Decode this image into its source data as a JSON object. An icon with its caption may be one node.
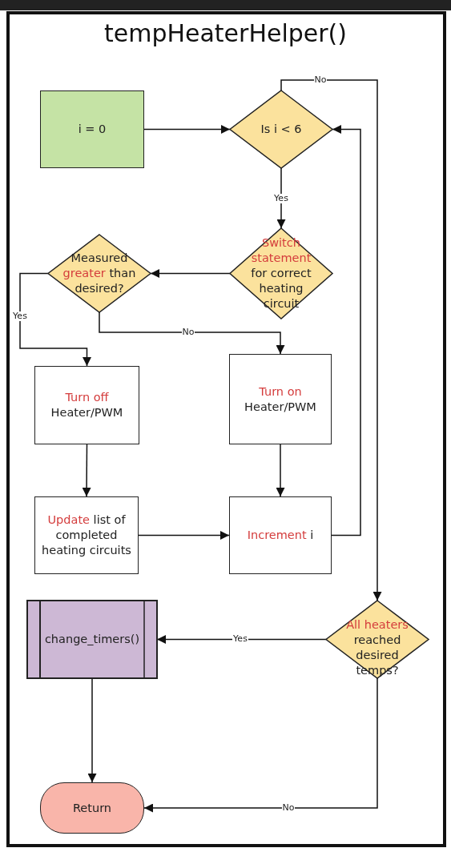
{
  "diagram": {
    "title": "tempHeaterHelper()",
    "nodes": [
      {
        "text": [
          "i = 0"
        ]
      },
      {
        "text": [
          "Is i < 6"
        ]
      },
      {
        "text": [
          "Switch statement",
          "for correct heating circuit"
        ]
      },
      {
        "text": [
          "Measured",
          "greater",
          "than desired?"
        ]
      },
      {
        "text": [
          "Turn off",
          "Heater/PWM"
        ]
      },
      {
        "text": [
          "Turn on",
          "Heater/PWM"
        ]
      },
      {
        "text": [
          "Update",
          "list of completed heating circuits"
        ]
      },
      {
        "text": [
          "Increment",
          "i"
        ]
      },
      {
        "text": [
          "All heaters",
          "reached desired temps?"
        ]
      },
      {
        "text": [
          "change_timers()"
        ]
      },
      {
        "text": [
          "Return"
        ]
      }
    ],
    "edges": [
      {
        "from": 0,
        "to": 1,
        "arrow": "to"
      },
      {
        "from": 1,
        "to": 2,
        "arrow": "to",
        "label": "Yes"
      },
      {
        "from": 2,
        "to": 3,
        "arrow": "to"
      },
      {
        "from": 3,
        "to": 4,
        "arrow": "to",
        "label": "Yes"
      },
      {
        "from": 3,
        "to": 5,
        "arrow": "to",
        "label": "No"
      },
      {
        "from": 4,
        "to": 6,
        "arrow": "to"
      },
      {
        "from": 5,
        "to": 7,
        "arrow": "to"
      },
      {
        "from": 6,
        "to": 7,
        "arrow": "to"
      },
      {
        "from": 7,
        "to": 1,
        "arrow": "to"
      },
      {
        "from": 1,
        "to": 8,
        "arrow": "to",
        "label": "No"
      },
      {
        "from": 8,
        "to": 9,
        "arrow": "to",
        "label": "Yes"
      },
      {
        "from": 9,
        "to": 10,
        "arrow": "to"
      },
      {
        "from": 8,
        "to": 10,
        "arrow": "to",
        "label": "No"
      }
    ]
  }
}
